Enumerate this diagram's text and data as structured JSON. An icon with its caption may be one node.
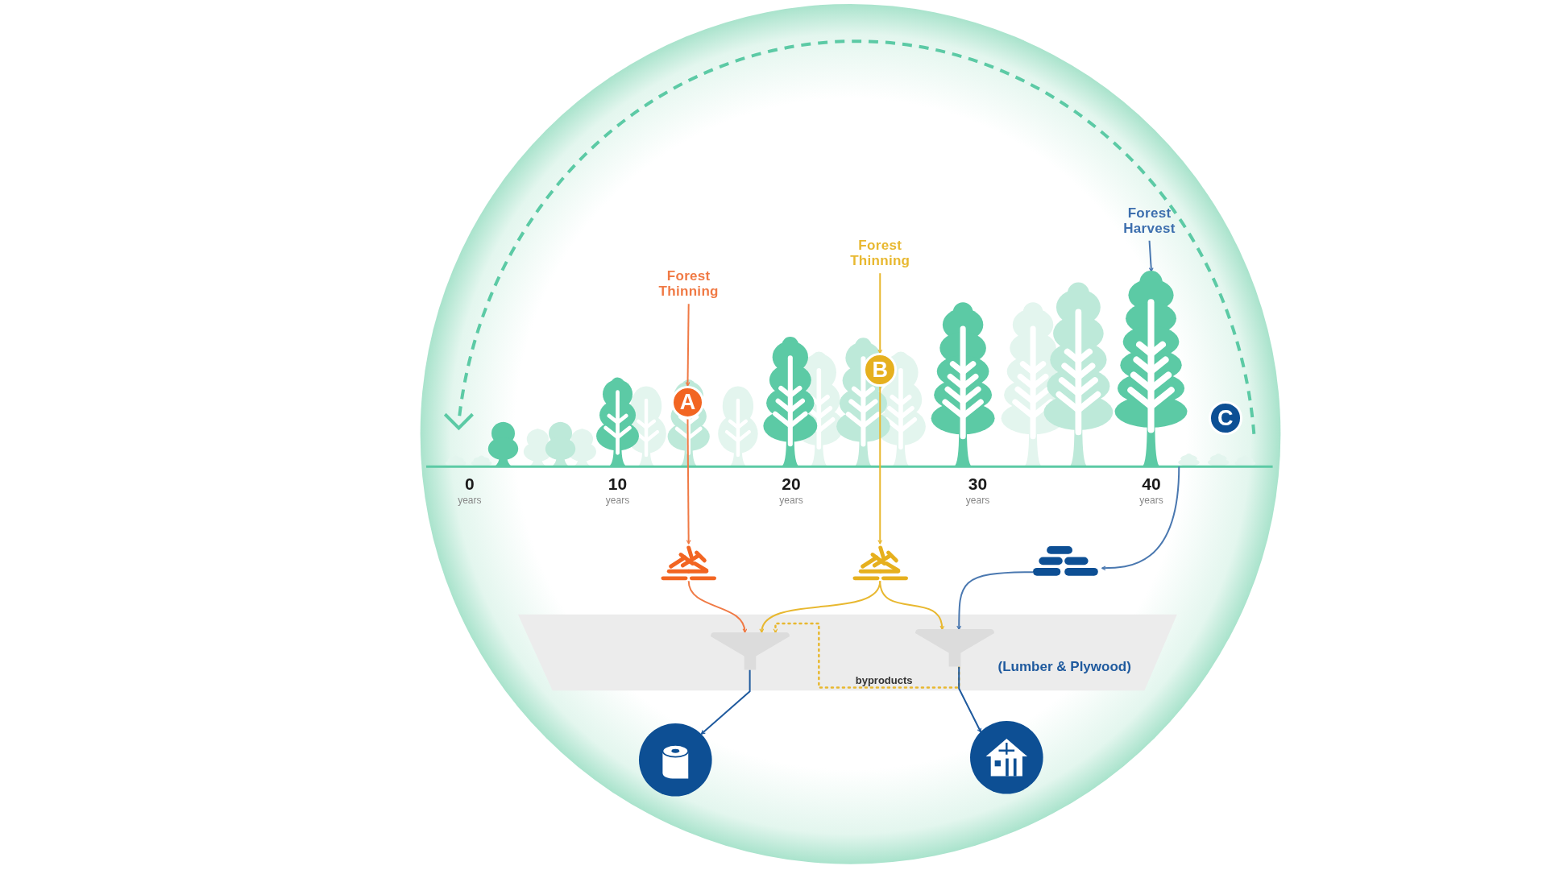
{
  "diagram": {
    "nodes": [
      {
        "text": [
          "Forest Thinning"
        ]
      },
      {
        "text": [
          "A"
        ]
      },
      {
        "text": [
          "Forest Thinning"
        ]
      },
      {
        "text": [
          "B"
        ]
      },
      {
        "text": [
          "Forest Harvest"
        ]
      },
      {
        "text": [],
        "shape": "tree"
      },
      {
        "text": [
          "C"
        ]
      },
      {
        "text": [],
        "shape": "picture"
      },
      {
        "text": [],
        "shape": "picture"
      },
      {
        "text": [],
        "shape": "picture"
      },
      {
        "text": [],
        "shape": "funnel"
      },
      {
        "text": [],
        "shape": "funnel"
      },
      {
        "text": [],
        "shape": "picture"
      },
      {
        "text": [],
        "shape": "picture"
      }
    ],
    "edges": [
      {
        "from": 0,
        "to": 1,
        "arrow": "to",
        "color": "#f07a45"
      },
      {
        "from": 2,
        "to": 3,
        "arrow": "to",
        "color": "#e8b830"
      },
      {
        "from": 4,
        "to": 5,
        "arrow": "to",
        "color": "#4a78b0"
      },
      {
        "from": 1,
        "to": 7,
        "arrow": "to",
        "color": "#f07a45"
      },
      {
        "from": 3,
        "to": 8,
        "arrow": "to",
        "color": "#e8b830"
      },
      {
        "from": 5,
        "to": 9,
        "arrow": "to",
        "color": "#4a78b0"
      },
      {
        "from": 7,
        "to": 10,
        "arrow": "to",
        "color": "#f07a45"
      },
      {
        "from": 8,
        "to": 10,
        "arrow": "to",
        "color": "#e8b830"
      },
      {
        "from": 8,
        "to": 11,
        "arrow": "to",
        "color": "#e8b830"
      },
      {
        "from": 9,
        "to": 11,
        "arrow": "to",
        "color": "#4a78b0"
      },
      {
        "from": 11,
        "to": 10,
        "arrow": "to",
        "label": "byproducts",
        "style": "dashed",
        "color": "#e8b830"
      },
      {
        "from": 10,
        "to": 12,
        "arrow": "to",
        "color": "#1f5a9e"
      },
      {
        "from": 11,
        "to": 13,
        "arrow": "to",
        "color": "#1f5a9e"
      }
    ],
    "labels": [
      "0",
      "years",
      "10",
      "years",
      "20",
      "years",
      "30",
      "years",
      "40",
      "years",
      "(Lumber & Plywood)"
    ]
  }
}
